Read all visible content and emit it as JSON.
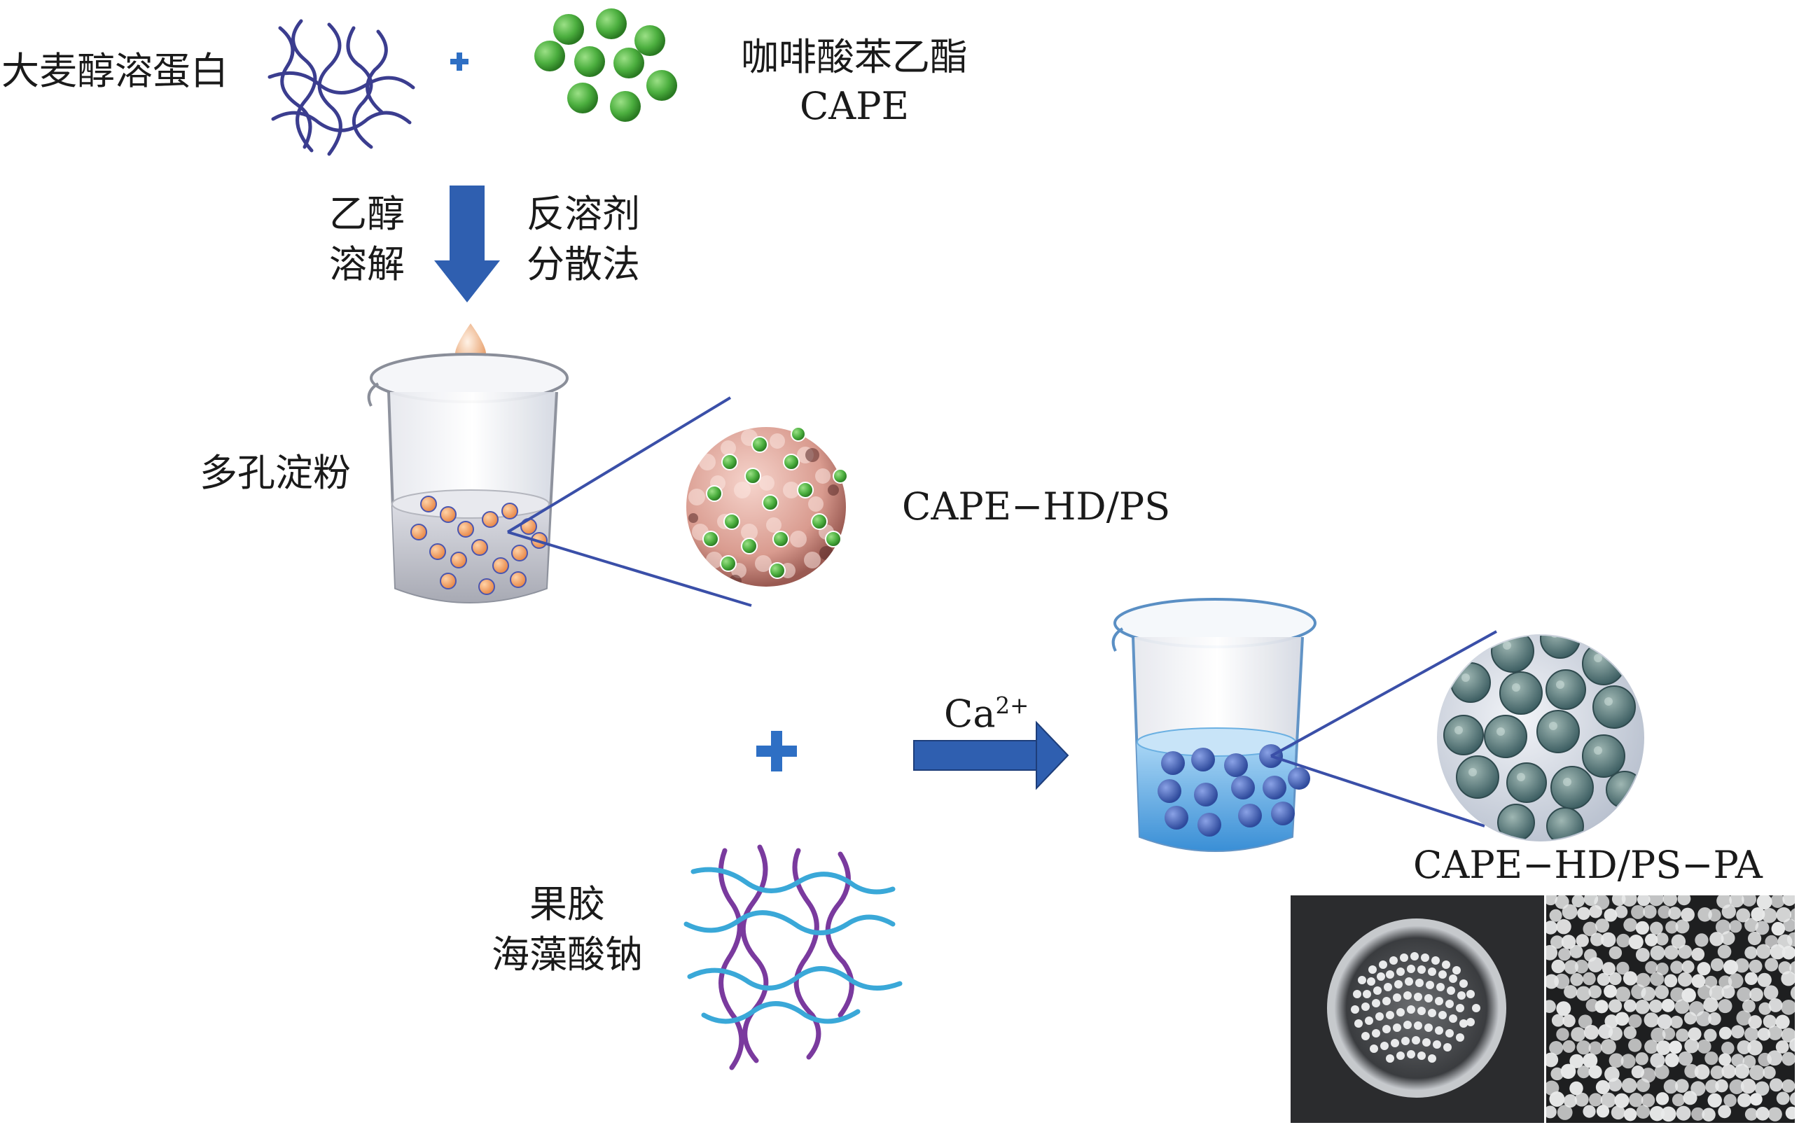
{
  "labels": {
    "zein": "大麦醇溶蛋白",
    "cape_cn": "咖啡酸苯乙酯",
    "cape_en": "CAPE",
    "ethanol_1": "乙醇",
    "ethanol_2": "溶解",
    "antisolvent_1": "反溶剂",
    "antisolvent_2": "分散法",
    "porous_starch": "多孔淀粉",
    "cape_hd_ps": "CAPE−HD/PS",
    "ca_base": "Ca",
    "ca_sup": "2+",
    "pectin": "果胶",
    "alginate": "海藻酸钠",
    "cape_hd_ps_pa": "CAPE−HD/PS−PA"
  },
  "icons": [
    "protein-chain-icon",
    "cape-particles-icon",
    "down-arrow-icon",
    "beaker-icon",
    "droplet-icon",
    "starch-granule-icon",
    "right-arrow-icon",
    "polysaccharide-network-icon",
    "bead-cluster-icon",
    "petri-dish-photo",
    "beads-closeup-photo"
  ],
  "colors": {
    "protein_chain": "#3b3d8f",
    "cape_green": "#4caf3f",
    "arrow_blue": "#2f5fb0",
    "plus_blue": "#2e6fc4",
    "starch_orange": "#ef9d5a",
    "bead_blue": "#3e5fb0",
    "pectin_purple": "#7a3a9e",
    "alginate_cyan": "#3aa8d8",
    "zoom_line": "#3a4fa8"
  }
}
